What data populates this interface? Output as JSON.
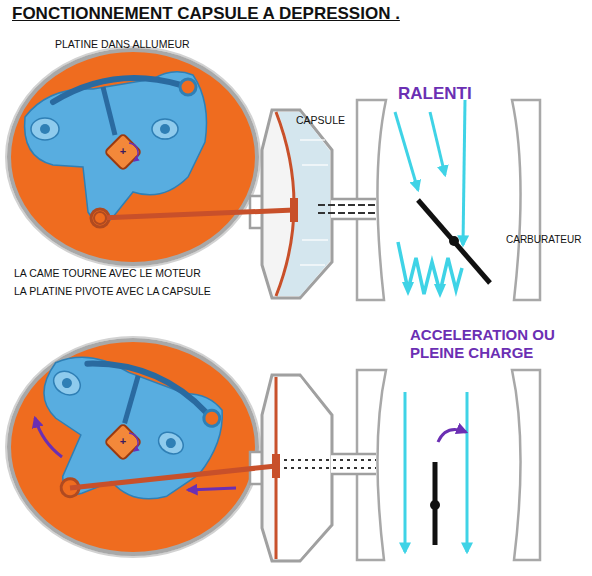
{
  "diagram": {
    "title": "FONCTIONNEMENT CAPSULE A DEPRESSION .",
    "labels": [
      "PLATINE DANS ALLUMEUR",
      "CAPSULE",
      "RALENTI",
      "CARBURATEUR",
      "LA CAME TOURNE AVEC LE MOTEUR",
      "LA PLATINE PIVOTE AVEC LA CAPSULE",
      "ACCELERATION OU PLEINE CHARGE",
      "+",
      "+"
    ]
  }
}
